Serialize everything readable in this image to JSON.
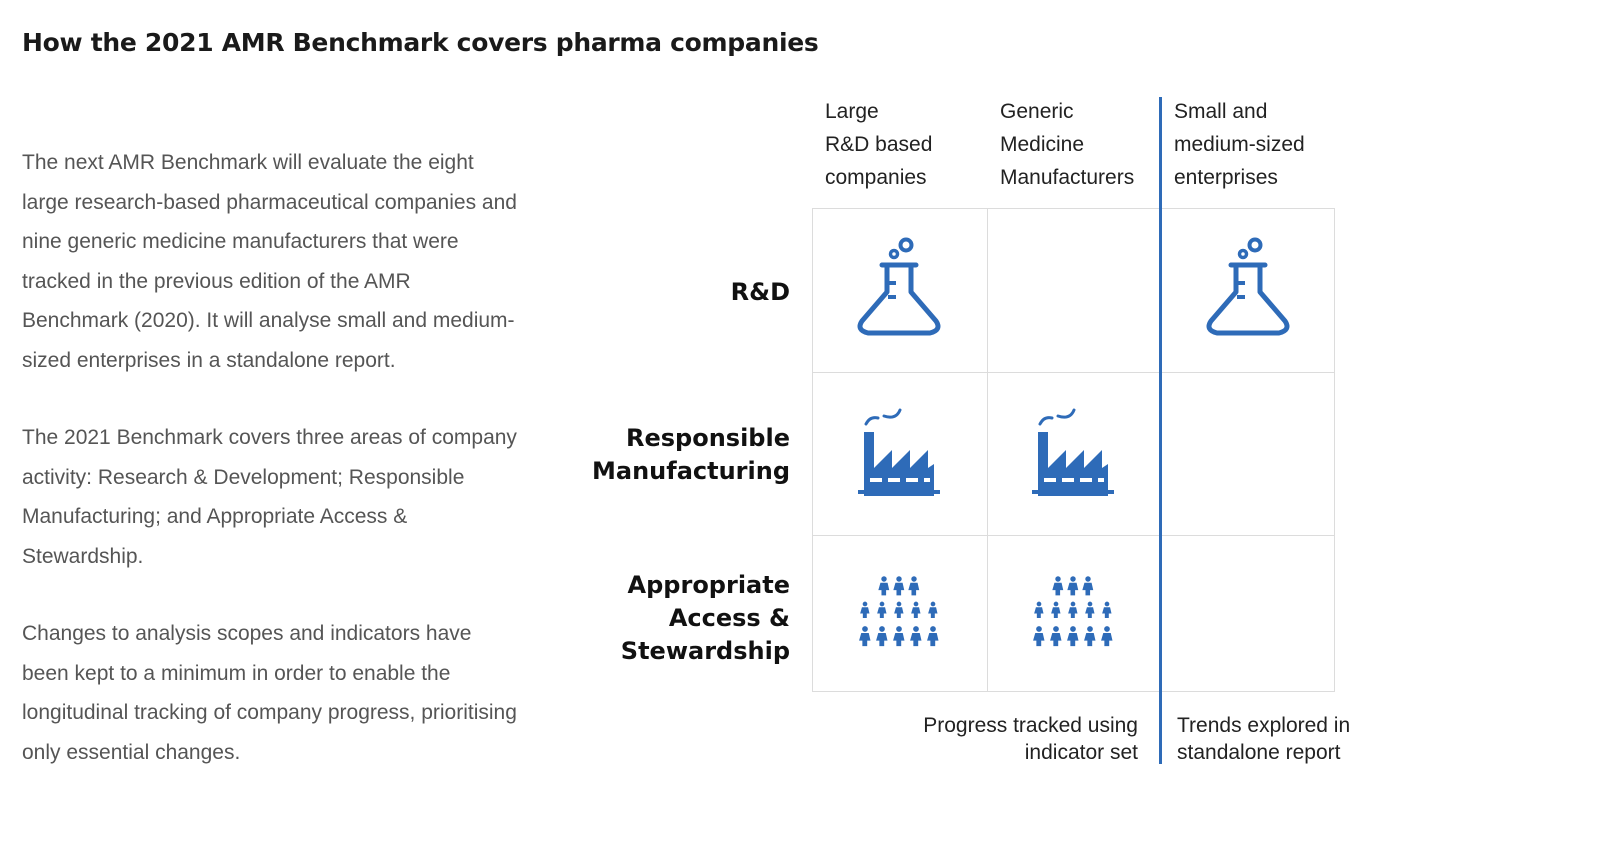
{
  "title": "How the 2021 AMR Benchmark covers pharma companies",
  "paragraphs": [
    "The next AMR Benchmark will evaluate the eight large research-based pharmaceutical companies and nine generic medicine manufacturers that were tracked in the previous edition of the AMR Benchmark (2020). It will analyse small and medium-sized enterprises in a standalone report.",
    "The 2021 Benchmark covers three areas of company activity: Research & Development; Responsible Manufacturing; and Appropriate Access & Stewardship.",
    "Changes to analysis scopes and indicators have been kept to a minimum in order to enable the longitudinal tracking of company progress, prioritising only essential changes."
  ],
  "columns": [
    {
      "line1": "Large",
      "line2": "R&D based",
      "line3": "companies"
    },
    {
      "line1": "Generic",
      "line2": "Medicine",
      "line3": "Manufacturers"
    },
    {
      "line1": "Small and",
      "line2": "medium-sized",
      "line3": "enterprises"
    }
  ],
  "rows": [
    {
      "line1": "R&D"
    },
    {
      "line1": "Responsible",
      "line2": "Manufacturing"
    },
    {
      "line1": "Appropriate",
      "line2": "Access &",
      "line3": "Stewardship"
    }
  ],
  "cells": [
    [
      "flask-icon",
      "",
      "flask-icon"
    ],
    [
      "factory-icon",
      "factory-icon",
      ""
    ],
    [
      "people-icon",
      "people-icon",
      ""
    ]
  ],
  "footnotes": {
    "left": {
      "line1": "Progress tracked using",
      "line2": "indicator set"
    },
    "right": {
      "line1": "Trends explored in",
      "line2": "standalone report"
    }
  },
  "colors": {
    "accent": "#2e6bb8",
    "grid": "#dcdcdc"
  }
}
